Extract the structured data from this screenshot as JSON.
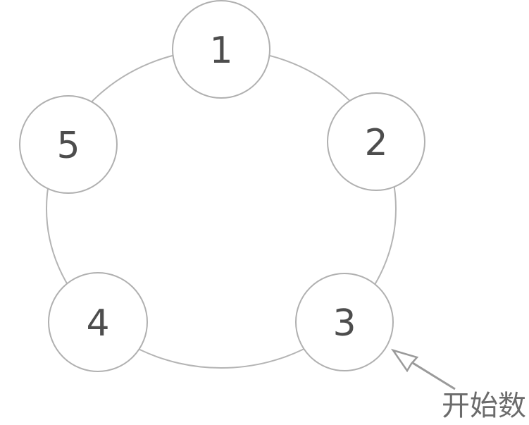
{
  "colors": {
    "background": "#ffffff",
    "ring_stroke": "#b4b4b4",
    "node_stroke": "#b0b0b0",
    "node_fill": "#ffffff",
    "number_color": "#4d4d4d",
    "arrow_color": "#9a9a9a",
    "annotation_color": "#6b6b6b"
  },
  "diagram": {
    "type": "circular-counting-ring",
    "nodes": [
      {
        "label": "1",
        "position": "top"
      },
      {
        "label": "2",
        "position": "upper-right"
      },
      {
        "label": "3",
        "position": "lower-right"
      },
      {
        "label": "4",
        "position": "lower-left"
      },
      {
        "label": "5",
        "position": "upper-left"
      }
    ],
    "annotation": {
      "label": "开始数",
      "points_to_node": "3"
    }
  }
}
